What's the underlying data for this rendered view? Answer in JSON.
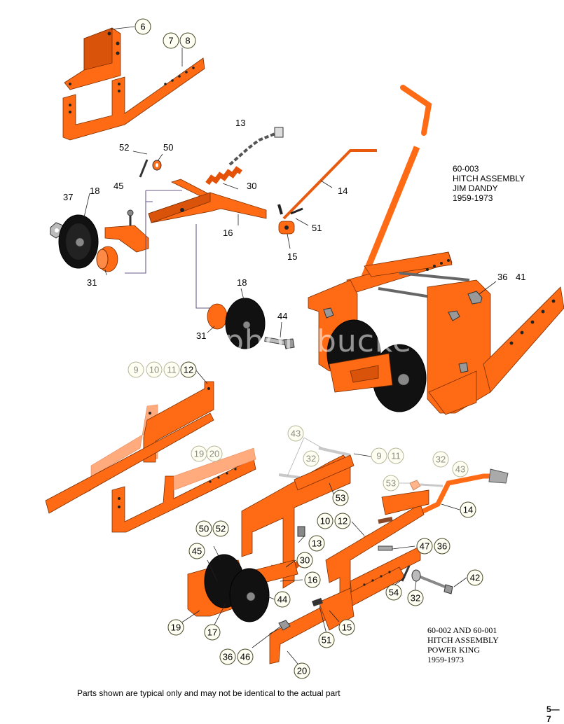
{
  "callouts": {
    "c6": "6",
    "c7": "7",
    "c8": "8",
    "c13": "13",
    "c52a": "52",
    "c50a": "50",
    "c30a": "30",
    "c14a": "14",
    "c37": "37",
    "c18a": "18",
    "c45a": "45",
    "c16a": "16",
    "c51a": "51",
    "c15a": "15",
    "c31a": "31",
    "c18b": "18",
    "c44a": "44",
    "c31b": "31",
    "c36a": "36",
    "c41": "41",
    "c9a": "9",
    "c10a": "10",
    "c11a": "11",
    "c12a": "12",
    "c19a": "19",
    "c20a": "20",
    "c43a": "43",
    "c32a": "32",
    "c9b": "9",
    "c11b": "11",
    "c32b": "32",
    "c43b": "43",
    "c53a": "53",
    "c53b": "53",
    "c14b": "14",
    "c10b": "10",
    "c12b": "12",
    "c50b": "50",
    "c52b": "52",
    "c13b": "13",
    "c47": "47",
    "c36b": "36",
    "c45b": "45",
    "c30b": "30",
    "c16b": "16",
    "c42": "42",
    "c44b": "44",
    "c54": "54",
    "c32c": "32",
    "c19b": "19",
    "c17": "17",
    "c15b": "15",
    "c51b": "51",
    "c36c": "36",
    "c46": "46",
    "c20b": "20"
  },
  "titles": {
    "jim_dandy": [
      "60-003",
      "HITCH ASSEMBLY",
      "JIM DANDY",
      "1959-1973"
    ],
    "power_king": [
      "60-002 AND 60-001",
      "HITCH ASSEMBLY",
      "POWER KING",
      "1959-1973"
    ]
  },
  "disclaimer": "Parts shown are typical only and may not be identical to the actual part",
  "page_number": "5—7",
  "watermark": "photobucket",
  "colors": {
    "part": "#ff6a14",
    "callout_fill": "#fffef2",
    "leader": "#6a5a8a"
  }
}
